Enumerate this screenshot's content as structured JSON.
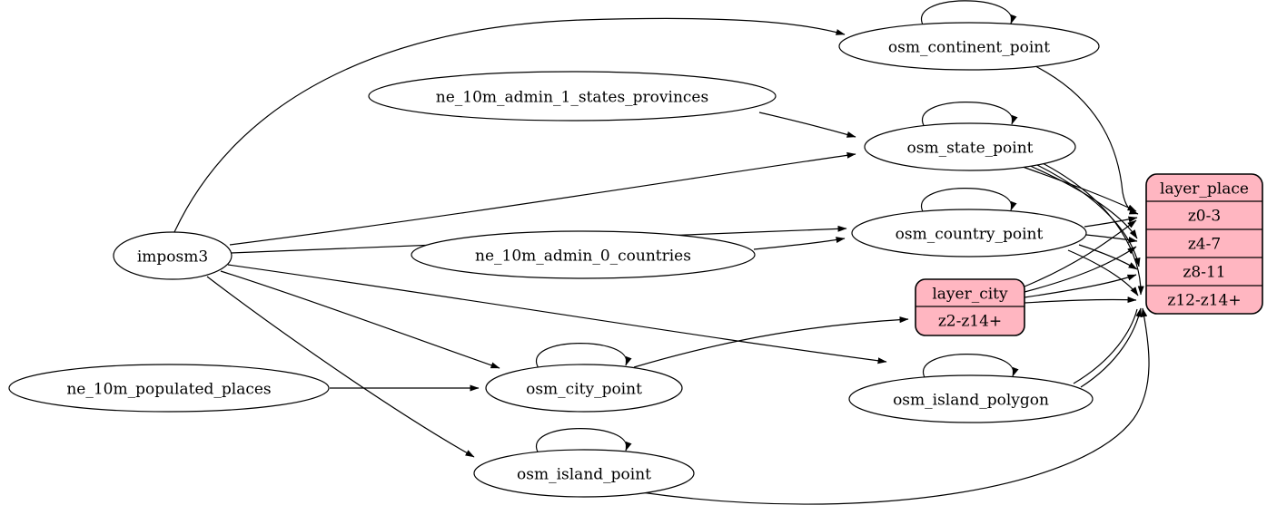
{
  "diagram": {
    "type": "etl-graph",
    "background_color": "#ffffff",
    "edge_color": "#000000",
    "record_fill_color": "#ffb6c1",
    "ellipse_fill_color": "#ffffff",
    "nodes": {
      "imposm3": {
        "label": "imposm3",
        "shape": "ellipse"
      },
      "ne_10m_admin_1_states_provinces": {
        "label": "ne_10m_admin_1_states_provinces",
        "shape": "ellipse"
      },
      "ne_10m_admin_0_countries": {
        "label": "ne_10m_admin_0_countries",
        "shape": "ellipse"
      },
      "ne_10m_populated_places": {
        "label": "ne_10m_populated_places",
        "shape": "ellipse"
      },
      "osm_continent_point": {
        "label": "osm_continent_point",
        "shape": "ellipse"
      },
      "osm_state_point": {
        "label": "osm_state_point",
        "shape": "ellipse"
      },
      "osm_country_point": {
        "label": "osm_country_point",
        "shape": "ellipse"
      },
      "osm_city_point": {
        "label": "osm_city_point",
        "shape": "ellipse"
      },
      "osm_island_polygon": {
        "label": "osm_island_polygon",
        "shape": "ellipse"
      },
      "osm_island_point": {
        "label": "osm_island_point",
        "shape": "ellipse"
      },
      "layer_city": {
        "title": "layer_city",
        "rows": [
          "z2-z14+"
        ],
        "shape": "record"
      },
      "layer_place": {
        "title": "layer_place",
        "rows": [
          "z0-3",
          "z4-7",
          "z8-11",
          "z12-z14+"
        ],
        "shape": "record"
      }
    },
    "edges": [
      {
        "from": "imposm3",
        "to": "osm_continent_point"
      },
      {
        "from": "imposm3",
        "to": "osm_state_point"
      },
      {
        "from": "imposm3",
        "to": "osm_country_point"
      },
      {
        "from": "imposm3",
        "to": "osm_city_point"
      },
      {
        "from": "imposm3",
        "to": "osm_island_polygon"
      },
      {
        "from": "imposm3",
        "to": "osm_island_point"
      },
      {
        "from": "ne_10m_admin_1_states_provinces",
        "to": "osm_state_point"
      },
      {
        "from": "ne_10m_admin_0_countries",
        "to": "osm_country_point"
      },
      {
        "from": "ne_10m_populated_places",
        "to": "osm_city_point"
      },
      {
        "from": "osm_continent_point",
        "to": "osm_continent_point"
      },
      {
        "from": "osm_state_point",
        "to": "osm_state_point"
      },
      {
        "from": "osm_country_point",
        "to": "osm_country_point"
      },
      {
        "from": "osm_city_point",
        "to": "osm_city_point"
      },
      {
        "from": "osm_island_polygon",
        "to": "osm_island_polygon"
      },
      {
        "from": "osm_island_point",
        "to": "osm_island_point"
      },
      {
        "from": "osm_city_point",
        "to": "layer_city:z2-z14+"
      },
      {
        "from": "osm_continent_point",
        "to": "layer_place:z0-3"
      },
      {
        "from": "osm_state_point",
        "to": "layer_place:z0-3"
      },
      {
        "from": "osm_state_point",
        "to": "layer_place:z4-7"
      },
      {
        "from": "osm_state_point",
        "to": "layer_place:z8-11"
      },
      {
        "from": "osm_state_point",
        "to": "layer_place:z12-z14+"
      },
      {
        "from": "osm_country_point",
        "to": "layer_place:z0-3"
      },
      {
        "from": "osm_country_point",
        "to": "layer_place:z4-7"
      },
      {
        "from": "osm_country_point",
        "to": "layer_place:z8-11"
      },
      {
        "from": "osm_country_point",
        "to": "layer_place:z12-z14+"
      },
      {
        "from": "layer_city",
        "to": "layer_place:z0-3"
      },
      {
        "from": "layer_city",
        "to": "layer_place:z4-7"
      },
      {
        "from": "layer_city",
        "to": "layer_place:z8-11"
      },
      {
        "from": "layer_city",
        "to": "layer_place:z12-z14+"
      },
      {
        "from": "osm_island_polygon",
        "to": "layer_place:z12-z14+"
      },
      {
        "from": "osm_island_point",
        "to": "layer_place:z12-z14+"
      }
    ]
  }
}
